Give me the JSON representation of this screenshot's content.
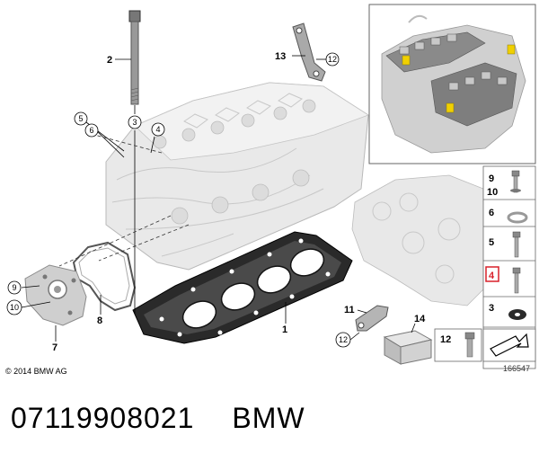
{
  "diagram": {
    "callouts": {
      "c1": "1",
      "c2": "2",
      "c3": "3",
      "c4": "4",
      "c5": "5",
      "c6": "6",
      "c7": "7",
      "c8": "8",
      "c9": "9",
      "c10": "10",
      "c11": "11",
      "c12a": "12",
      "c12b": "12",
      "c13": "13",
      "c14": "14"
    },
    "side_panel": {
      "items": [
        "9",
        "10",
        "6",
        "5",
        "4",
        "3",
        "12"
      ],
      "highlighted": "4",
      "highlight_color": "#d9202a"
    },
    "copyright": "© 2014 BMW AG",
    "ref_number": "166547"
  },
  "caption": {
    "part_number": "07119908021",
    "brand": "BMW"
  }
}
